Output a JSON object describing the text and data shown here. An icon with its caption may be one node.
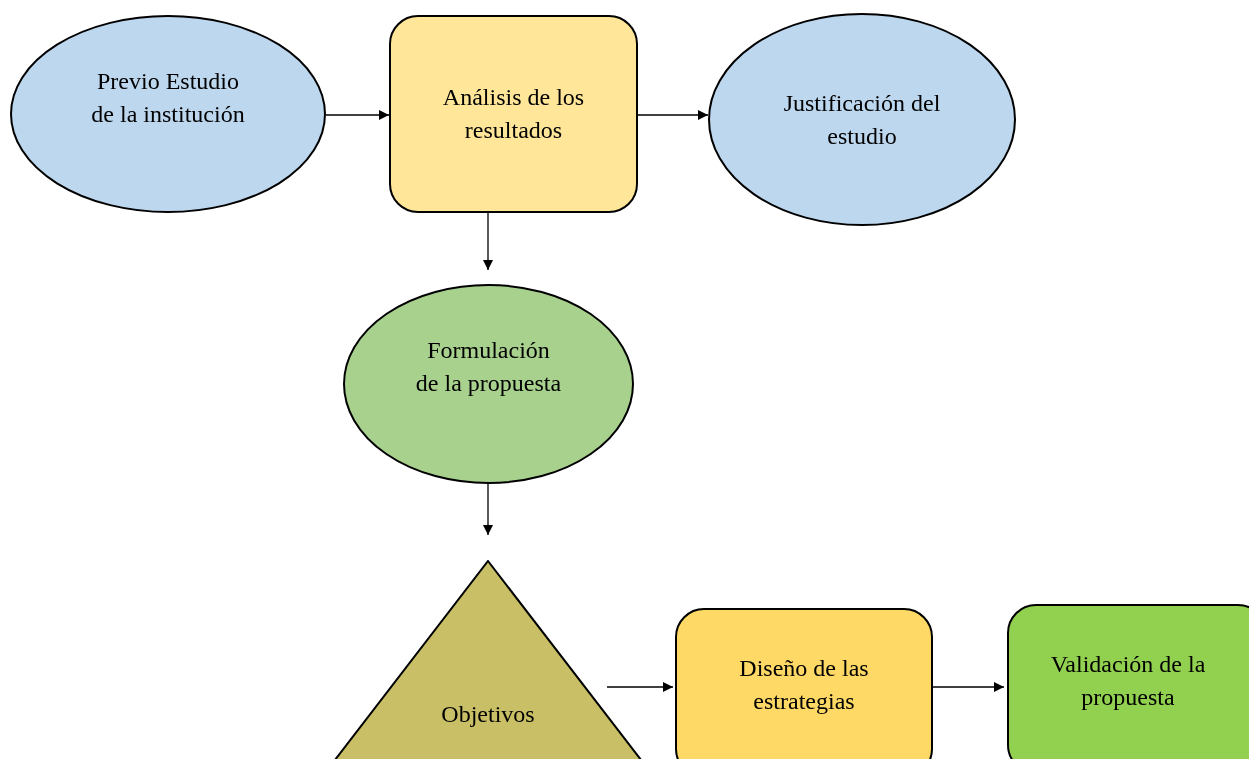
{
  "diagram": {
    "nodes": [
      {
        "text": [
          "Previo Estudio de la institución"
        ]
      },
      {
        "text": [
          "Análisis de los resultados"
        ]
      },
      {
        "text": [
          "Justificación del estudio"
        ]
      },
      {
        "text": [
          "Formulación de la propuesta"
        ]
      },
      {
        "text": [
          "Objetivos"
        ]
      },
      {
        "text": [
          "Diseño de las estrategias"
        ]
      },
      {
        "text": [
          "Validación de la propuesta"
        ]
      }
    ],
    "edges": [
      {
        "from": 0,
        "to": 1,
        "arrow": "to"
      },
      {
        "from": 1,
        "to": 2,
        "arrow": "to"
      },
      {
        "from": 1,
        "to": 3,
        "arrow": "to"
      },
      {
        "from": 3,
        "to": 4,
        "arrow": "to"
      },
      {
        "from": 4,
        "to": 5,
        "arrow": "to"
      },
      {
        "from": 5,
        "to": 6,
        "arrow": "to"
      }
    ]
  }
}
